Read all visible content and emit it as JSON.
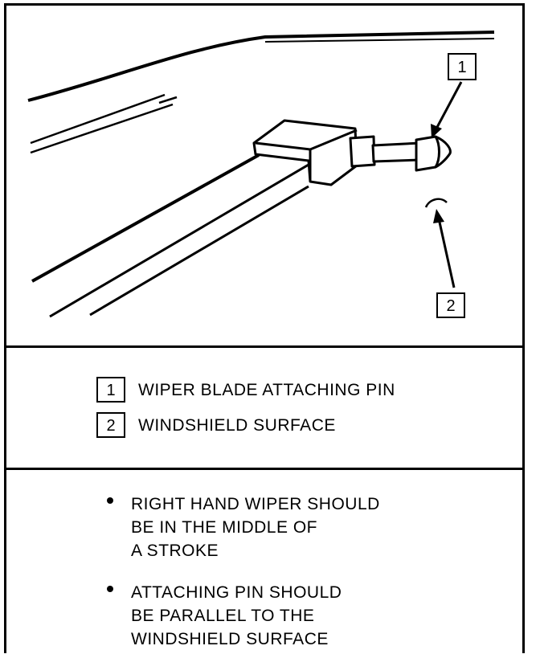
{
  "callouts": [
    {
      "number": "1",
      "label": "WIPER BLADE ATTACHING PIN"
    },
    {
      "number": "2",
      "label": "WINDSHIELD SURFACE"
    }
  ],
  "notes": [
    "RIGHT HAND WIPER SHOULD\nBE IN THE MIDDLE OF\nA STROKE",
    "ATTACHING PIN SHOULD\nBE PARALLEL TO THE\nWINDSHIELD SURFACE"
  ]
}
